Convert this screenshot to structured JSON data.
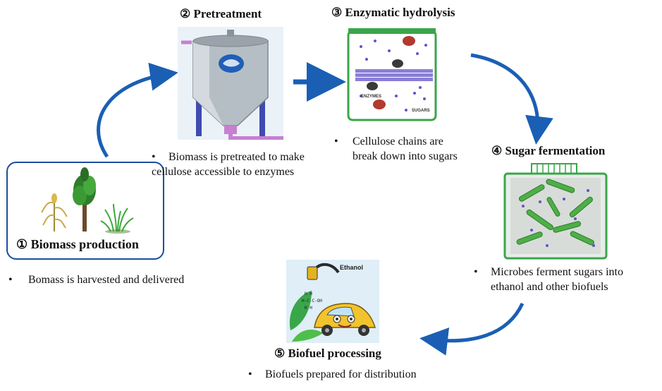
{
  "steps": [
    {
      "title": "② Pretreatment",
      "bullet": [
        "Biomass is pretreated to make",
        "cellulose accessible to enzymes"
      ]
    },
    {
      "title": "③ Enzymatic hydrolysis",
      "bullet": [
        "Cellulose chains are",
        "break down into sugars"
      ],
      "labels": {
        "enzymes": "ENZYMES",
        "sugars": "SUGARS"
      }
    },
    {
      "title": "④ Sugar fermentation",
      "bullet": [
        "Microbes ferment sugars into",
        "ethanol and other biofuels"
      ]
    },
    {
      "title": "⑤ Biofuel processing",
      "bullet": [
        "Biofuels prepared for distribution"
      ],
      "labels": {
        "ethanol": "Ethanol"
      }
    },
    {
      "title": "① Biomass production",
      "bullet": [
        "Bomass is harvested and delivered"
      ]
    }
  ],
  "bullet_symbol": "•",
  "colors": {
    "arrow": "#1a5fb4",
    "box_border": "#1d4e9e",
    "tank_green": "#3aa64a",
    "steel": "#a9b1b8",
    "pipe": "#c77fd0",
    "cellulose": "#8a7fd6",
    "sugar": "#6a4fc9"
  },
  "icons": [
    "tree-icon",
    "corn-icon",
    "grass-icon",
    "tank-icon",
    "hydrolysis-tank-icon",
    "fermenter-icon",
    "ethanol-car-icon"
  ]
}
